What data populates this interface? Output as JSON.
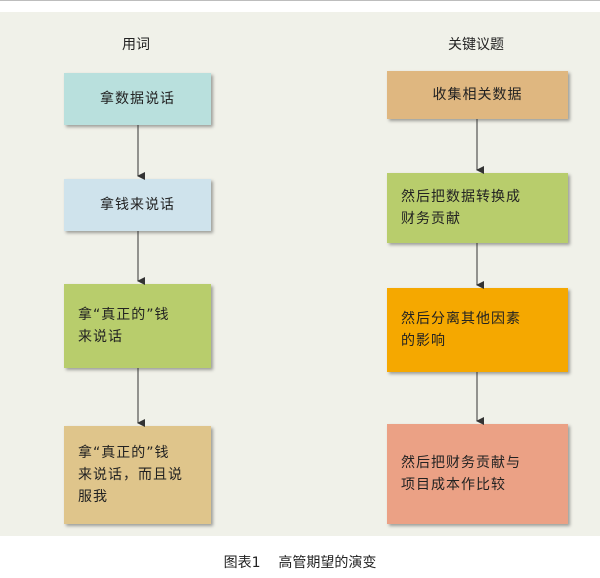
{
  "left_column": {
    "title": "用词",
    "boxes": [
      {
        "text": "拿数据说话",
        "color": "#b9e0dd"
      },
      {
        "text": "拿钱来说话",
        "color": "#cfe3ec"
      },
      {
        "text": "拿“真正的”钱\n来说话",
        "color": "#b8cd6c"
      },
      {
        "text": "拿“真正的”钱\n来说话，而且说\n服我",
        "color": "#dfc58b"
      }
    ]
  },
  "right_column": {
    "title": "关键议题",
    "boxes": [
      {
        "text": "收集相关数据",
        "color": "#dfb780"
      },
      {
        "text": "然后把数据转换成\n财务贡献",
        "color": "#b8cd6c"
      },
      {
        "text": "然后分离其他因素\n的影响",
        "color": "#f5a800"
      },
      {
        "text": "然后把财务贡献与\n项目成本作比较",
        "color": "#eba185"
      }
    ]
  },
  "caption": "图表1    高管期望的演变"
}
